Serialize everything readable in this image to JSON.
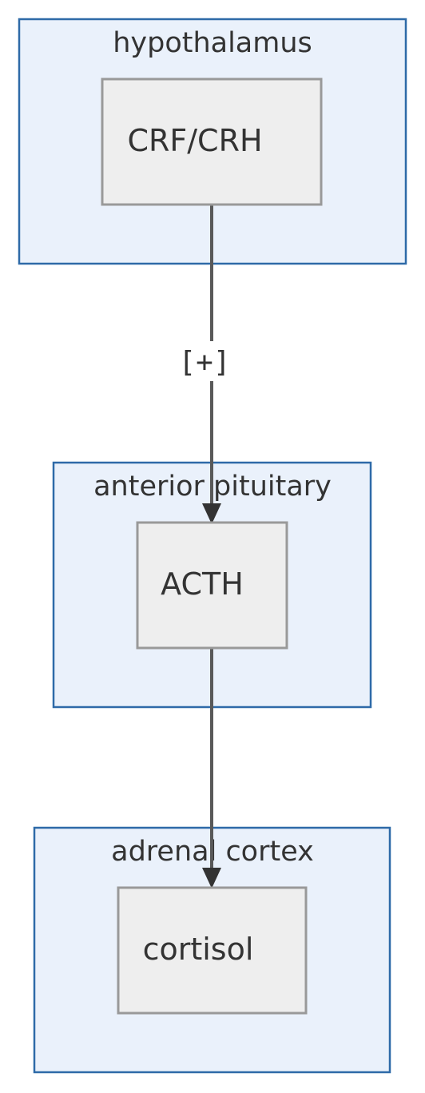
{
  "clusters": {
    "hypothalamus": {
      "label": "hypothalamus",
      "node": "CRF/CRH"
    },
    "anterior_pituitary": {
      "label": "anterior pituitary",
      "node": "ACTH"
    },
    "adrenal_cortex": {
      "label": "adrenal cortex",
      "node": "cortisol"
    }
  },
  "edges": [
    {
      "from": "CRF/CRH",
      "to": "ACTH",
      "label": "[+]"
    },
    {
      "from": "ACTH",
      "to": "cortisol",
      "label": ""
    }
  ],
  "colors": {
    "cluster_fill": "#eaf1fb",
    "cluster_border": "#2e6aa8",
    "node_fill": "#eeeeee",
    "node_border": "#999999",
    "edge": "#595959"
  }
}
